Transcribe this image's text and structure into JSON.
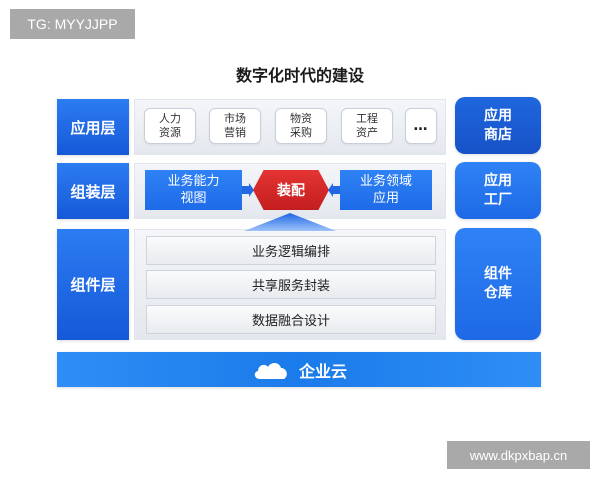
{
  "tag": "TG: MYYJJPP",
  "title": "数字化时代的建设",
  "layers": {
    "app": "应用层",
    "assembly": "组装层",
    "component": "组件层"
  },
  "app_items": [
    [
      "人力",
      "资源"
    ],
    [
      "市场",
      "营销"
    ],
    [
      "物资",
      "采购"
    ],
    [
      "工程",
      "资产"
    ]
  ],
  "app_more": "…",
  "assembly_row": {
    "left": [
      "业务能力",
      "视图"
    ],
    "center": "装配",
    "right": [
      "业务领域",
      "应用"
    ]
  },
  "services": [
    "业务逻辑编排",
    "共享服务封装",
    "数据融合设计"
  ],
  "right_boxes": {
    "store": [
      "应用",
      "商店"
    ],
    "factory": [
      "应用",
      "工厂"
    ],
    "warehouse": [
      "组件",
      "仓库"
    ]
  },
  "cloud": "企业云",
  "watermark": "www.dkpxbap.cn",
  "colors": {
    "primary_blue": "#1559d8",
    "light_blue": "#2f82f5",
    "assembly_red": "#d62828",
    "panel_gray": "#e8ebef"
  }
}
